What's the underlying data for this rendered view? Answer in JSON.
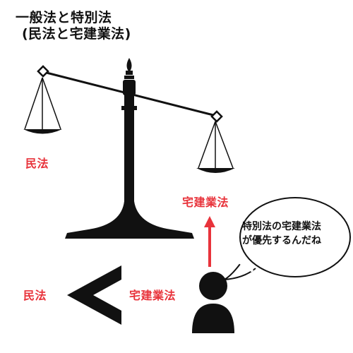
{
  "title": {
    "line1": "一般法と特別法",
    "line2": "(民法と宅建業法)"
  },
  "scale": {
    "left_pan_label": "民法",
    "right_pan_label": "宅建業法"
  },
  "comparison": {
    "left": "民法",
    "right": "宅建業法"
  },
  "speech_bubble": {
    "line1": "特別法の宅建業法",
    "line2": "が優先するんだね"
  },
  "colors": {
    "accent_red": "#e8333b",
    "ink": "#111111"
  },
  "icons": [
    "balance-scale-icon",
    "person-icon",
    "up-arrow-icon",
    "less-than-icon",
    "speech-bubble-icon"
  ]
}
